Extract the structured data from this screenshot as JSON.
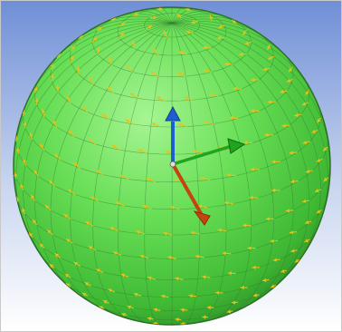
{
  "scene": {
    "kind": "3d-viewport",
    "object": "sphere",
    "background_top_color": "#6f8fd6",
    "background_bottom_color": "#ffffff",
    "sphere_color": "#52d64a",
    "sphere_highlight_color": "#9cf28a",
    "mesh_line_color": "#2f7a2a",
    "vector_arrow_color": "#e6c21a"
  },
  "triad": {
    "axes": [
      {
        "name": "x-axis",
        "color": "#1fa51f"
      },
      {
        "name": "y-axis",
        "color": "#1e5fd0"
      },
      {
        "name": "z-axis",
        "color": "#c44410"
      }
    ]
  }
}
